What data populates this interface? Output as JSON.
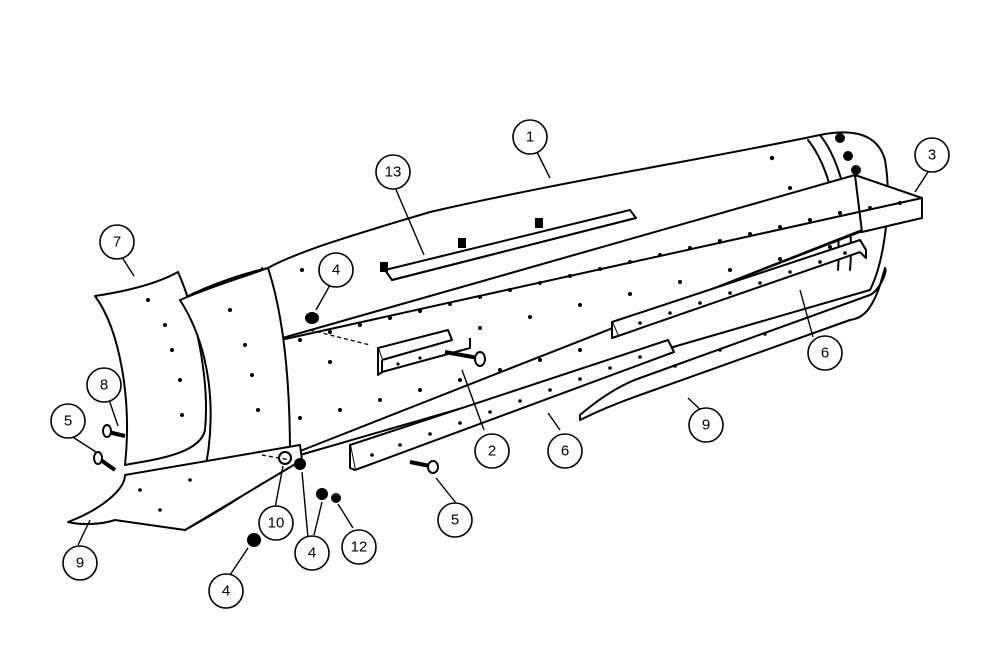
{
  "diagram": {
    "callouts": [
      {
        "id": "c1",
        "label": "1"
      },
      {
        "id": "c2",
        "label": "2"
      },
      {
        "id": "c3",
        "label": "3"
      },
      {
        "id": "c4a",
        "label": "4"
      },
      {
        "id": "c4b",
        "label": "4"
      },
      {
        "id": "c4c",
        "label": "4"
      },
      {
        "id": "c5a",
        "label": "5"
      },
      {
        "id": "c5b",
        "label": "5"
      },
      {
        "id": "c6a",
        "label": "6"
      },
      {
        "id": "c6b",
        "label": "6"
      },
      {
        "id": "c7",
        "label": "7"
      },
      {
        "id": "c8",
        "label": "8"
      },
      {
        "id": "c9a",
        "label": "9"
      },
      {
        "id": "c9b",
        "label": "9"
      },
      {
        "id": "c10",
        "label": "10"
      },
      {
        "id": "c12",
        "label": "12"
      },
      {
        "id": "c13",
        "label": "13"
      }
    ]
  }
}
